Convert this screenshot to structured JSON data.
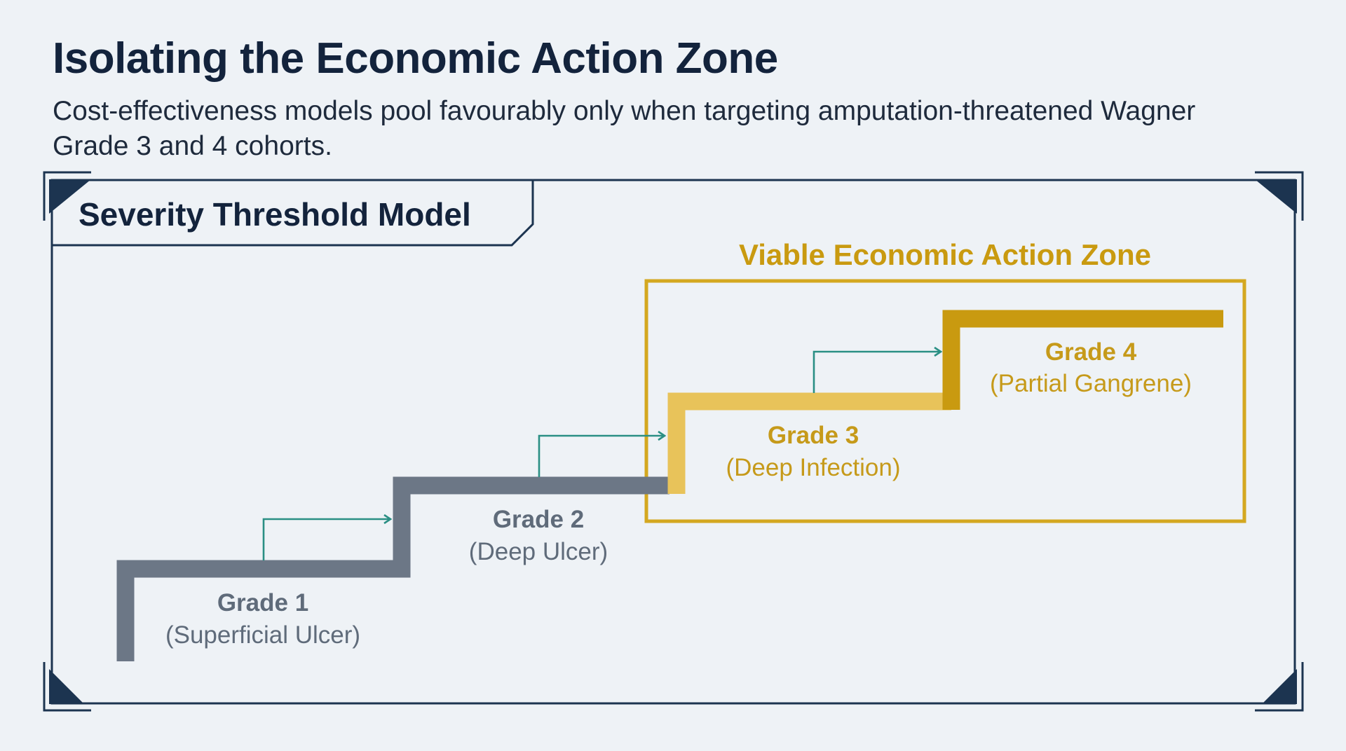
{
  "header": {
    "title": "Isolating the Economic Action Zone",
    "subtitle": "Cost-effectiveness models pool favourably only when targeting amputation-threatened Wagner Grade 3 and 4 cohorts."
  },
  "panel": {
    "title": "Severity Threshold Model"
  },
  "zone": {
    "label": "Viable Economic Action Zone"
  },
  "grades": [
    {
      "name": "Grade 1",
      "desc": "(Superficial Ulcer)",
      "in_zone": false
    },
    {
      "name": "Grade 2",
      "desc": "(Deep Ulcer)",
      "in_zone": false
    },
    {
      "name": "Grade 3",
      "desc": "(Deep Infection)",
      "in_zone": true
    },
    {
      "name": "Grade 4",
      "desc": "(Partial Gangrene)",
      "in_zone": true
    }
  ],
  "colors": {
    "navy": "#13233c",
    "frame": "#1c3450",
    "gray_step": "#6c7786",
    "gray_text": "#5f6b7a",
    "gold": "#d4a820",
    "gold_light": "#e8c35a",
    "gold_dark": "#c99a10",
    "gold_text": "#c69a1a",
    "arrow": "#2a8f84"
  }
}
